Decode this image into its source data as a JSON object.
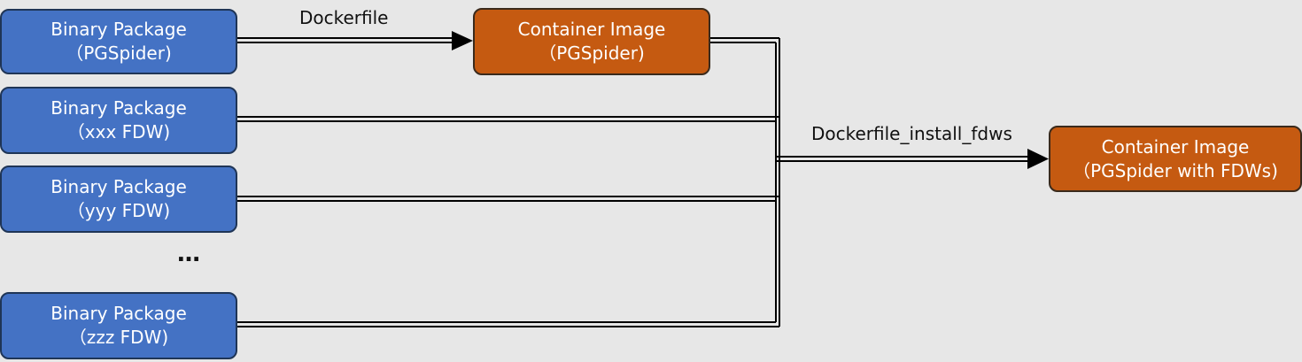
{
  "packages": [
    {
      "line1": "Binary Package",
      "line2": "（PGSpider)"
    },
    {
      "line1": "Binary Package",
      "line2": "（xxx FDW)"
    },
    {
      "line1": "Binary Package",
      "line2": "（yyy FDW)"
    },
    {
      "line1": "Binary Package",
      "line2": "（zzz FDW)"
    }
  ],
  "ellipsis": "…",
  "images": {
    "pgspider": {
      "line1": "Container Image",
      "line2": "（PGSpider)"
    },
    "with_fdws": {
      "line1": "Container Image",
      "line2": "（PGSpider with FDWs)"
    }
  },
  "edges": {
    "dockerfile": "Dockerfile",
    "install_fdws": "Dockerfile_install_fdws"
  },
  "colors": {
    "package_fill": "#4472c4",
    "image_fill": "#c55a11"
  }
}
